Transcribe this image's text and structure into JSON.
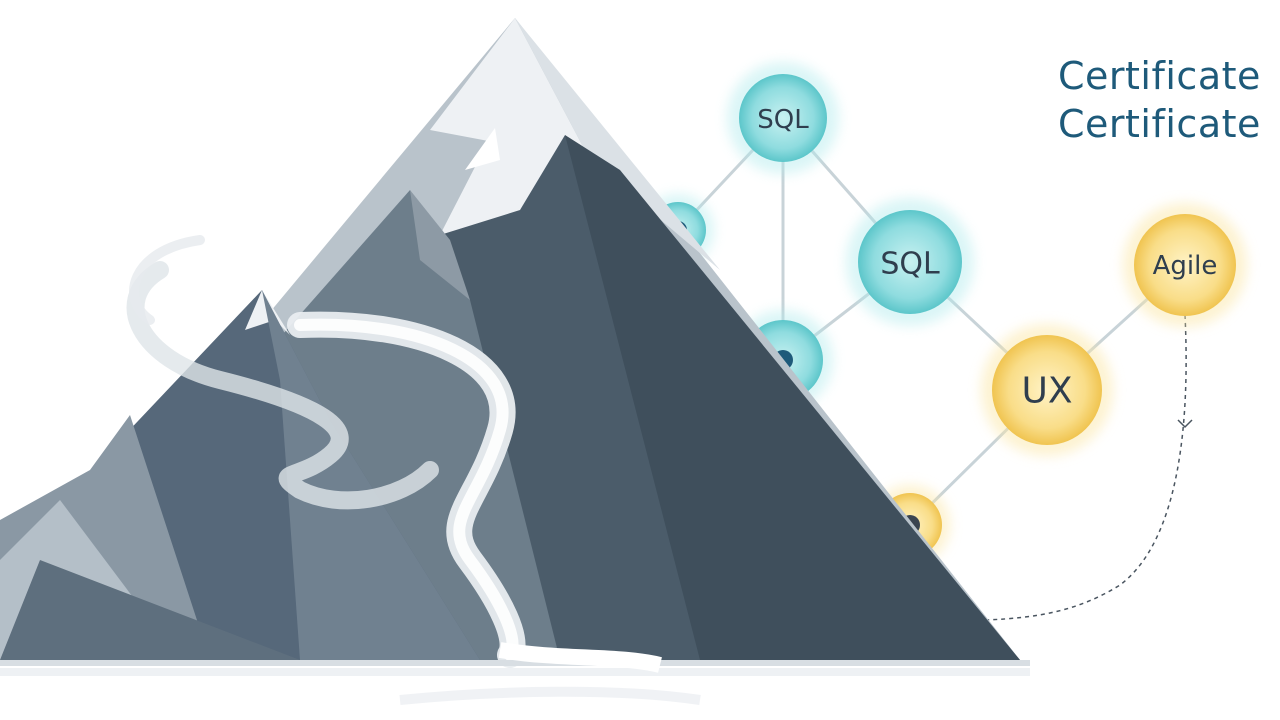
{
  "title": {
    "line1": "Certificate",
    "line2": "Certificate"
  },
  "nodes": [
    {
      "label": "SQL",
      "kind": "teal"
    },
    {
      "label": "SQL",
      "kind": "teal"
    },
    {
      "label": "",
      "kind": "teal"
    },
    {
      "label": "",
      "kind": "teal"
    },
    {
      "label": "Agile",
      "kind": "gold"
    },
    {
      "label": "UX",
      "kind": "gold"
    },
    {
      "label": "",
      "kind": "gold"
    }
  ],
  "colors": {
    "title": "#1e5a7a",
    "teal_node": "#7fd3d6",
    "gold_node": "#f8d77a",
    "mountain_dark": "#4c5d6b",
    "mountain_mid": "#6d7e8b",
    "mountain_light": "#a9b4bd",
    "snow": "#eef1f4",
    "connector": "#c8d3d8"
  },
  "icons": {
    "mountain": "mountain-illustration",
    "path": "winding-path",
    "arrow": "dashed-arrow-icon"
  }
}
